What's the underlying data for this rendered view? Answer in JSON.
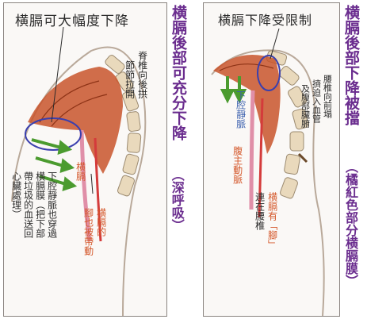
{
  "left_panel": {
    "title": "横膈可大幅度下降",
    "spine_note": [
      "脊椎向後拱",
      "節節拉開"
    ],
    "label_diaphragm": "横膈",
    "label_foot": [
      "横膈的",
      "腳也被帶動"
    ],
    "label_vena": [
      "下腔靜脈也穿過",
      "横膈膜（把下部",
      "帶垃圾的血送回",
      "心臟處理）"
    ]
  },
  "middle_caption": [
    "横膈後部可充分下降",
    "（深呼吸）"
  ],
  "right_panel": {
    "title": "横膈下降受限制",
    "spine_note": [
      "腰椎向前塌",
      "擠迫入血管",
      "及腹部臟腑"
    ],
    "label_vena": "下腔靜脈",
    "label_aorta": "腹主動脈",
    "label_foot": [
      "横膈有「腳」",
      "連在腰椎"
    ]
  },
  "right_caption": [
    "横膈後部下降被擋",
    "（橘紅色部分横膈膜）"
  ],
  "colors": {
    "purple": "#6a2c8e",
    "orange": "#d4572a",
    "muscle": "#c8552c",
    "bone": "#e9d9bc",
    "arrow": "#4b9b2f",
    "ellipse": "#3a3fae"
  }
}
